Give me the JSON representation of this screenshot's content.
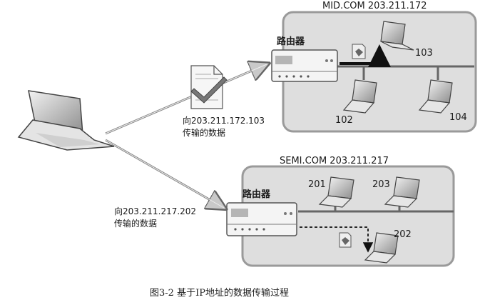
{
  "networks": [
    {
      "title": "MID.COM 203.211.172",
      "router_label": "路由器",
      "hosts": [
        "103",
        "102",
        "104"
      ]
    },
    {
      "title": "SEMI.COM 203.211.217",
      "router_label": "路由器",
      "hosts": [
        "201",
        "203",
        "202"
      ]
    }
  ],
  "messages": [
    {
      "line1": "向203.211.172.103",
      "line2": "传输的数据"
    },
    {
      "line1": "向203.211.217.202",
      "line2": "传输的数据"
    }
  ],
  "caption": "图3-2   基于IP地址的数据传输过程"
}
